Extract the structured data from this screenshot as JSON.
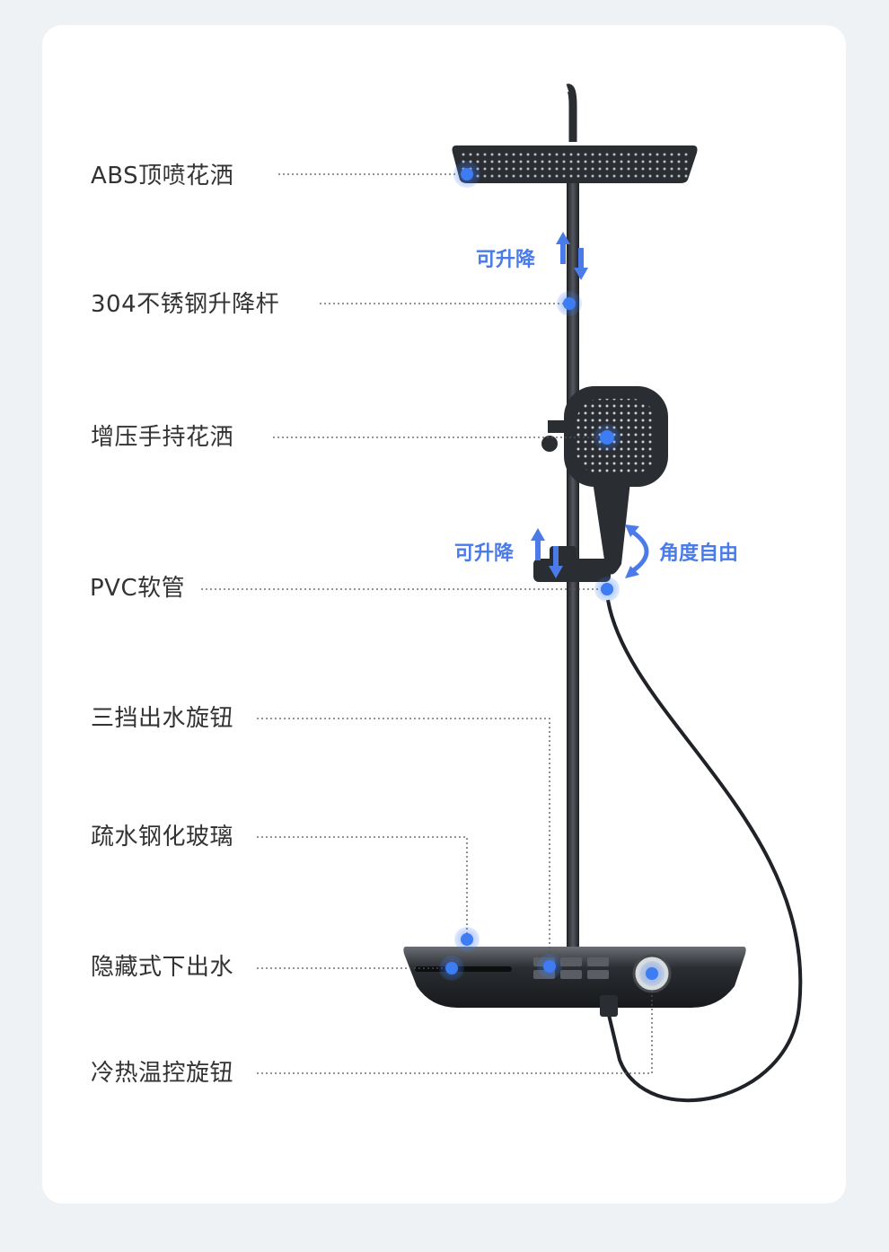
{
  "labels": {
    "top_shower": "ABS顶喷花洒",
    "rod": "304不锈钢升降杆",
    "handheld": "增压手持花洒",
    "hose": "PVC软管",
    "knob3": "三挡出水旋钮",
    "glass": "疏水钢化玻璃",
    "outlet": "隐藏式下出水",
    "temp": "冷热温控旋钮"
  },
  "tags": {
    "lift_upper": "可升降",
    "lift_lower": "可升降",
    "angle": "角度自由"
  },
  "colors": {
    "accent": "#4a7be9",
    "hotspot": "#3d7cf2",
    "product": "#2a2d31",
    "text": "#333333",
    "background": "#eef2f5"
  }
}
